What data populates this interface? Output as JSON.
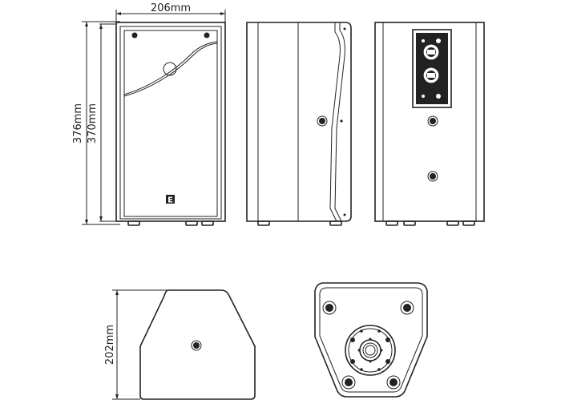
{
  "dimensions": {
    "width_label": "206mm",
    "height_outer_label": "376mm",
    "height_inner_label": "370mm",
    "depth_label": "202mm"
  },
  "logo": {
    "text": "E"
  },
  "colors": {
    "line": "#222222",
    "background": "#ffffff"
  }
}
